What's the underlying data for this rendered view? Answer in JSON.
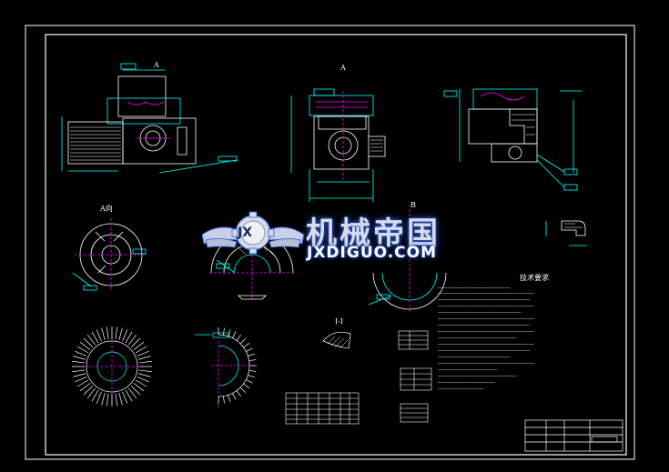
{
  "drawing": {
    "colors": {
      "background": "#000000",
      "border": "#ffffff",
      "geometry": "#ffffff",
      "dimension": "#00ffff",
      "hatch": "#ffffff",
      "center": "#ff00ff",
      "text": "#ffffff"
    },
    "section_labels": {
      "top_left": "A",
      "top_center": "A",
      "middle_left": "A向",
      "middle_center": "B",
      "rib_section": "I-I"
    },
    "notes": {
      "title": "技术要求"
    }
  },
  "watermark": {
    "title": "机械帝国",
    "url": "JXDIGUO.COM",
    "logo_letters": "JX",
    "icon": "winged-gear-logo-icon"
  }
}
